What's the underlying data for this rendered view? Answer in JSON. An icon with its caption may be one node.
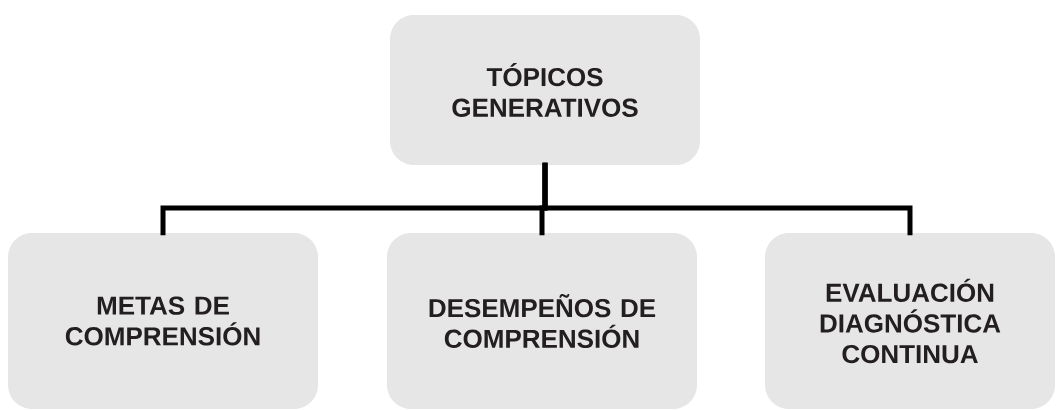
{
  "diagram": {
    "nodes": [
      {
        "text": [
          "TÓPICOS GENERATIVOS"
        ]
      },
      {
        "text": [
          "METAS DE COMPRENSIÓN"
        ]
      },
      {
        "text": [
          "DESEMPEÑOS DE COMPRENSIÓN"
        ]
      },
      {
        "text": [
          "EVALUACIÓN DIAGNÓSTICA CONTINUA"
        ]
      }
    ],
    "edges": [
      {
        "from": 0,
        "to": 1,
        "arrow": "none"
      },
      {
        "from": 0,
        "to": 2,
        "arrow": "none"
      },
      {
        "from": 0,
        "to": 3,
        "arrow": "none"
      }
    ]
  }
}
